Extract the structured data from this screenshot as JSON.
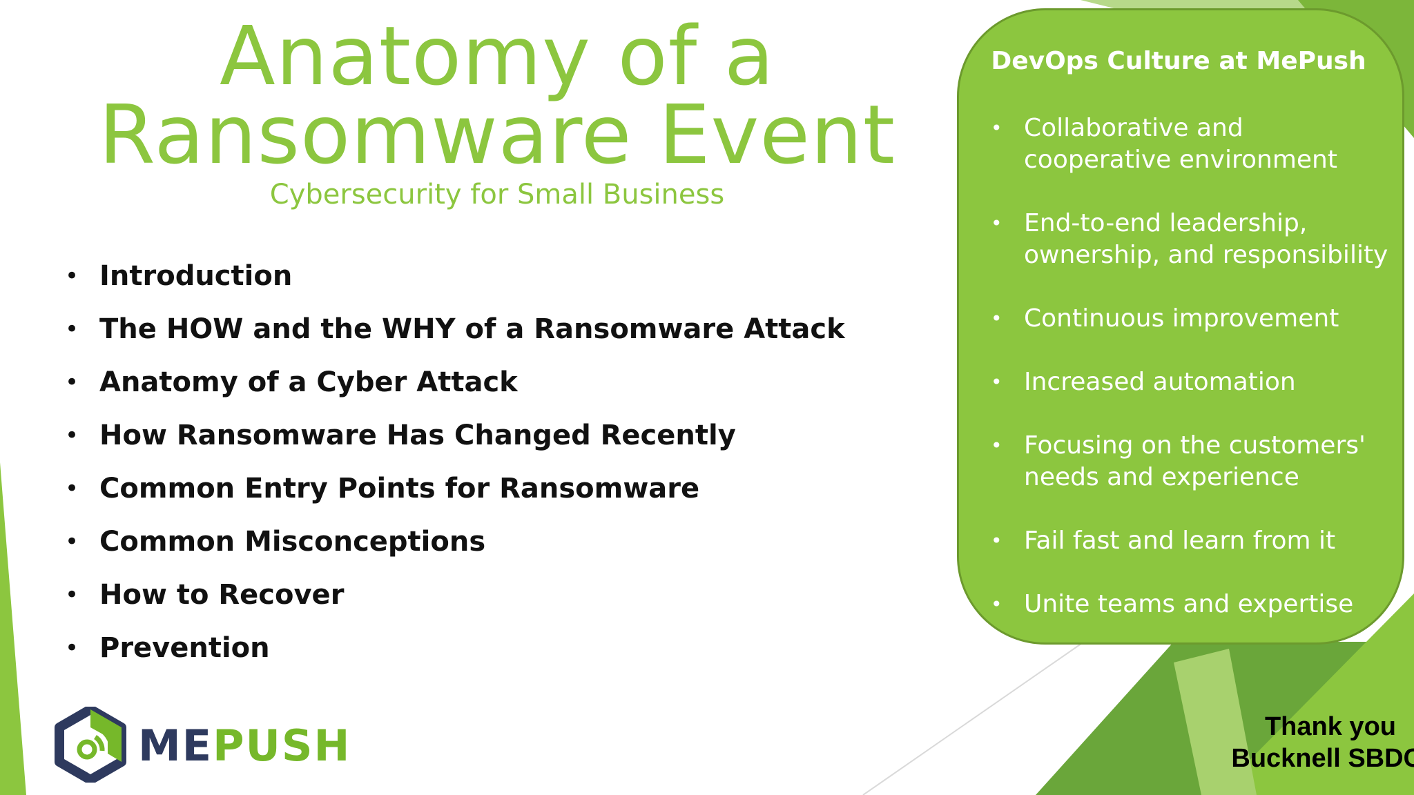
{
  "slide": {
    "title_lines": [
      "Anatomy of a",
      "Ransomware Event"
    ],
    "subtitle": "Cybersecurity for Small Business",
    "agenda": [
      "Introduction",
      "The HOW and the WHY of a Ransomware Attack",
      "Anatomy of a Cyber Attack",
      "How Ransomware Has Changed Recently",
      "Common Entry Points for Ransomware",
      "Common Misconceptions",
      "How to Recover",
      "Prevention"
    ],
    "bullet": "•"
  },
  "panel": {
    "title": "DevOps Culture at MePush",
    "items": [
      [
        "Collaborative and",
        "cooperative environment"
      ],
      [
        "End-to-end leadership,",
        "ownership, and responsibility"
      ],
      [
        "Continuous improvement"
      ],
      [
        "Increased automation"
      ],
      [
        "Focusing on the customers'",
        "needs and experience"
      ],
      [
        "Fail fast and learn from it"
      ],
      [
        "Unite teams and expertise"
      ]
    ]
  },
  "logo": {
    "part1": "ME",
    "part2": "PUSH",
    "icon": "mepush-hexagon-logo-icon"
  },
  "thanks": {
    "line1": "Thank you",
    "line2": "Bucknell SBDC"
  },
  "colors": {
    "accent_green": "#8cc63f",
    "dark_green": "#6c9a2d",
    "navy": "#2e3a5e"
  }
}
